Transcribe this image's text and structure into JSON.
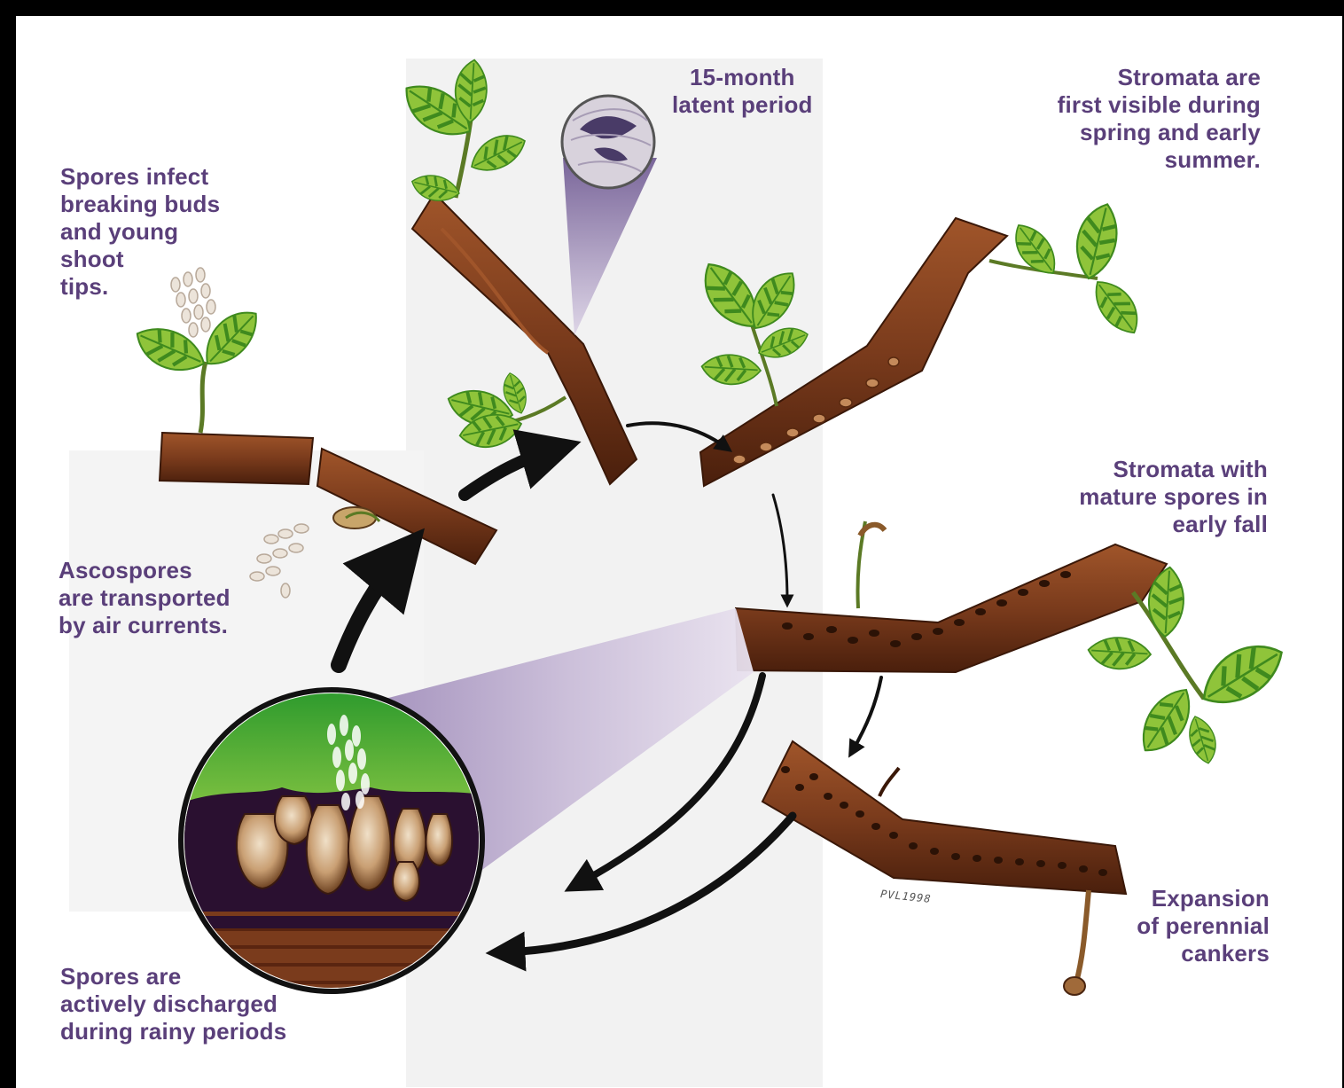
{
  "labels": {
    "spores_infect": "Spores infect\nbreaking buds\nand young\nshoot\ntips.",
    "latent_period": "15-month\nlatent period",
    "stromata_visible": "Stromata are\nfirst visible during\nspring and early\nsummer.",
    "ascospores_transported": "Ascospores\nare transported\nby air currents.",
    "stromata_mature": "Stromata with\nmature spores in\nearly fall",
    "expansion_cankers": "Expansion\nof perennial\ncankers",
    "spores_discharged": "Spores are\nactively discharged\nduring rainy periods",
    "artist_signature": "PVL1998"
  },
  "colors": {
    "label_text": "#5a3f7a",
    "bark": "#7a3b1c",
    "bark_dark": "#4a1f0c",
    "leaf": "#8fc43a",
    "leaf_dark": "#3f8a1e",
    "arrow": "#111111",
    "beam": "#b7a6c9",
    "background": "#ffffff",
    "frame": "#000000"
  },
  "icons": [
    "leaf-icon",
    "branch-icon",
    "spore-icon",
    "magnifier-lens-icon",
    "cycle-arrow-icon"
  ]
}
